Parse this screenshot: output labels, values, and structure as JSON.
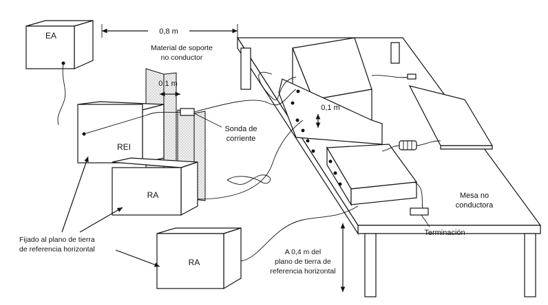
{
  "labels": {
    "ea": "EA",
    "rei": "REI",
    "ra_mid": "RA",
    "ra_low": "RA",
    "dim_top": "0,8 m",
    "support_line1": "Material de soporte",
    "support_line2": "no conductor",
    "dim_01_left": "0,1 m",
    "dim_01_right": "0,1 m",
    "probe_line1": "Sonda de",
    "probe_line2": "corriente",
    "fixed_line1": "Fijado al plano de tierra",
    "fixed_line2": "de referencia horizontal",
    "table_line1": "Mesa no",
    "table_line2": "conductora",
    "termination": "Terminación",
    "height_line1": "A 0,4 m del",
    "height_line2": "plano de tierra de",
    "height_line3": "referencia horizontal"
  },
  "colors": {
    "line": "#111111",
    "background": "#ffffff",
    "support_fill": "#e6e6e6"
  }
}
